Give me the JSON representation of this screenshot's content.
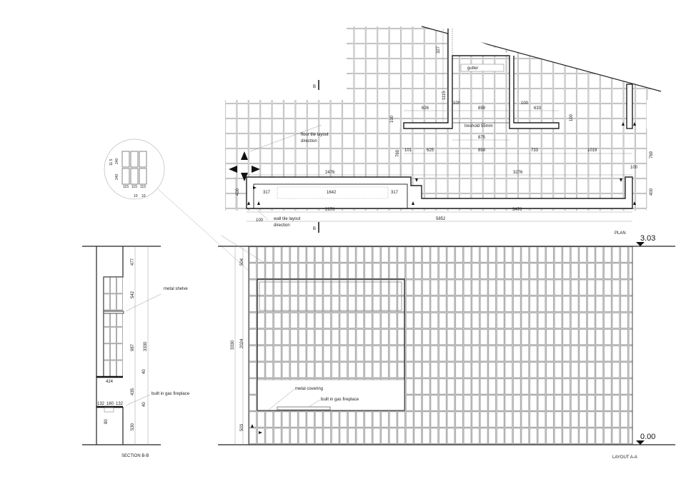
{
  "plan": {
    "title": "PLAN",
    "section_marker": "B",
    "labels": {
      "gutter": "gutter",
      "threshold": "treshold  55mm",
      "floor_tile": [
        "floor tile layout",
        "direction"
      ],
      "wall_tile": [
        "wall tile layout",
        "direction"
      ]
    },
    "dims": {
      "d327": "327",
      "d1115": "1115",
      "d626": "626",
      "d100a": "100",
      "d899a": "899",
      "d100b": "100",
      "d633": "633",
      "d100c": "100",
      "d100d": "100",
      "d875": "875",
      "d769a": "769",
      "d101": "101",
      "d625": "625",
      "d899b": "899",
      "d733": "733",
      "d1019": "1019",
      "d769b": "769",
      "d2476": "2476",
      "d3276": "3276",
      "d100e": "100",
      "d400a": "400",
      "d317a": "317",
      "d1642": "1642",
      "d317b": "317",
      "d400b": "400",
      "d2276": "2276",
      "d3476": "3476",
      "d100f": "100",
      "d5852": "5852"
    }
  },
  "detail": {
    "dims": {
      "h115": "11.5",
      "h240a": "240",
      "h240b": "240",
      "w115a": "115",
      "w115b": "115",
      "w115c": "115",
      "g10a": "10",
      "g10b": "10"
    }
  },
  "section": {
    "title": "SECTION B-B",
    "labels": {
      "shelves": "metal shelve",
      "fireplace": "built in gas fireplace"
    },
    "dims": {
      "d477": "477",
      "d542": "542",
      "d987": "987",
      "d3330": "3330",
      "d40a": "40",
      "d424": "424",
      "d435": "435",
      "d132a": "132",
      "d160": "160",
      "d132b": "132",
      "d40b": "40",
      "d80": "80",
      "d530": "530"
    }
  },
  "layout": {
    "title": "LAYOUT A-A",
    "level_top": "3.03",
    "level_bottom": "0.00",
    "labels": {
      "covering": "metal covering",
      "fireplace": "built in gas fireplace"
    },
    "dims": {
      "d504": "504",
      "d3330": "3330",
      "d2024": "2024",
      "d503": "503"
    }
  }
}
